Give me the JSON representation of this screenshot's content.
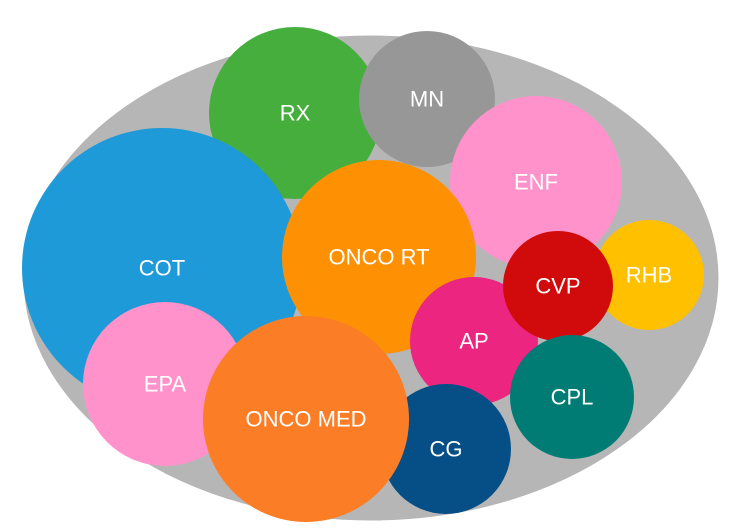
{
  "colors": {
    "container": "#b6b6b6",
    "container_outline": "#ffffff",
    "label_text": "#ffffff"
  },
  "bubbles": [
    {
      "key": "rx",
      "label": "RX",
      "color": "#45ae3c"
    },
    {
      "key": "mn",
      "label": "MN",
      "color": "#979797"
    },
    {
      "key": "cot",
      "label": "COT",
      "color": "#1f9ad8"
    },
    {
      "key": "enf",
      "label": "ENF",
      "color": "#ff92cb"
    },
    {
      "key": "onco-rt",
      "label": "ONCO RT",
      "color": "#fd9103"
    },
    {
      "key": "rhb",
      "label": "RHB",
      "color": "#ffc000"
    },
    {
      "key": "ap",
      "label": "AP",
      "color": "#ec2581"
    },
    {
      "key": "cvp",
      "label": "CVP",
      "color": "#d10b0b"
    },
    {
      "key": "epa",
      "label": "EPA",
      "color": "#ff92cb"
    },
    {
      "key": "cg",
      "label": "CG",
      "color": "#054f86"
    },
    {
      "key": "cpl",
      "label": "CPL",
      "color": "#017c74"
    },
    {
      "key": "onco-med",
      "label": "ONCO MED",
      "color": "#fb7e26"
    }
  ]
}
